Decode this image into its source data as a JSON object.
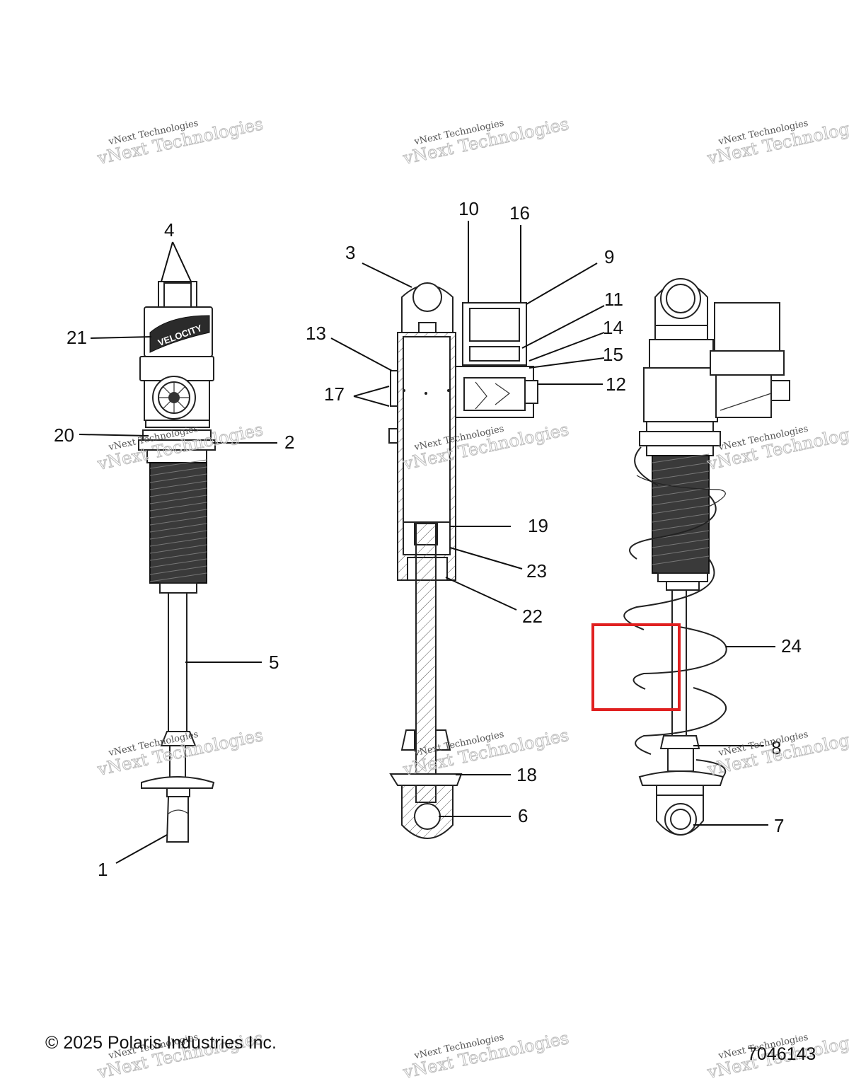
{
  "labels": [
    {
      "id": "l4",
      "text": "4"
    },
    {
      "id": "l21",
      "text": "21"
    },
    {
      "id": "l20",
      "text": "20"
    },
    {
      "id": "l2",
      "text": "2"
    },
    {
      "id": "l5",
      "text": "5"
    },
    {
      "id": "l1",
      "text": "1"
    },
    {
      "id": "l3",
      "text": "3"
    },
    {
      "id": "l10",
      "text": "10"
    },
    {
      "id": "l16",
      "text": "16"
    },
    {
      "id": "l9",
      "text": "9"
    },
    {
      "id": "l11",
      "text": "11"
    },
    {
      "id": "l14",
      "text": "14"
    },
    {
      "id": "l15",
      "text": "15"
    },
    {
      "id": "l12",
      "text": "12"
    },
    {
      "id": "l13",
      "text": "13"
    },
    {
      "id": "l17",
      "text": "17"
    },
    {
      "id": "l19",
      "text": "19"
    },
    {
      "id": "l23",
      "text": "23"
    },
    {
      "id": "l22",
      "text": "22"
    },
    {
      "id": "l18",
      "text": "18"
    },
    {
      "id": "l6",
      "text": "6"
    },
    {
      "id": "l24",
      "text": "24"
    },
    {
      "id": "l8",
      "text": "8"
    },
    {
      "id": "l7",
      "text": "7"
    }
  ],
  "footer": {
    "copyright": "© 2025 Polaris Industries Inc.",
    "part_number": "7046143"
  },
  "watermark": {
    "line1": "vNext Technologies",
    "line2": "vNext Technologies"
  },
  "decal": {
    "text": "VELOCITY"
  },
  "highlight": {
    "color": "#e02020"
  }
}
